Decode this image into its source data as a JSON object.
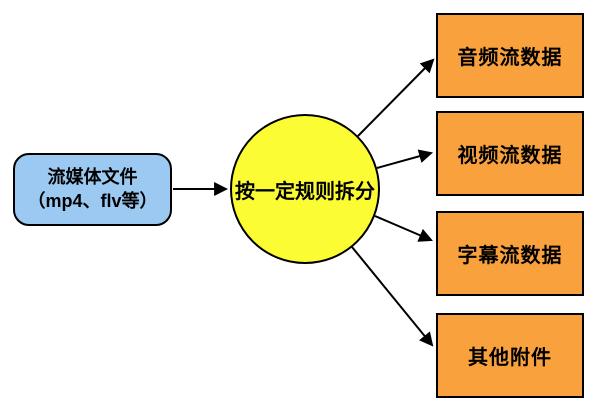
{
  "diagram": {
    "source_node": {
      "line1": "流媒体文件",
      "line2": "（mp4、flv等）"
    },
    "process_node": {
      "label": "按一定规则拆分"
    },
    "output_nodes": [
      {
        "label": "音频流数据"
      },
      {
        "label": "视频流数据"
      },
      {
        "label": "字幕流数据"
      },
      {
        "label": "其他附件"
      }
    ],
    "edges": [
      {
        "from": "source-node",
        "to": "process-node"
      },
      {
        "from": "process-node",
        "to": "output-node-audio"
      },
      {
        "from": "process-node",
        "to": "output-node-video"
      },
      {
        "from": "process-node",
        "to": "output-node-subtitle"
      },
      {
        "from": "process-node",
        "to": "output-node-attachment"
      }
    ],
    "colors": {
      "source_fill": "#9CC9F1",
      "process_fill": "#FCFC34",
      "output_fill": "#F9A13C",
      "stroke": "#000000",
      "text": "#000000",
      "background": "#FFFFFF"
    }
  }
}
